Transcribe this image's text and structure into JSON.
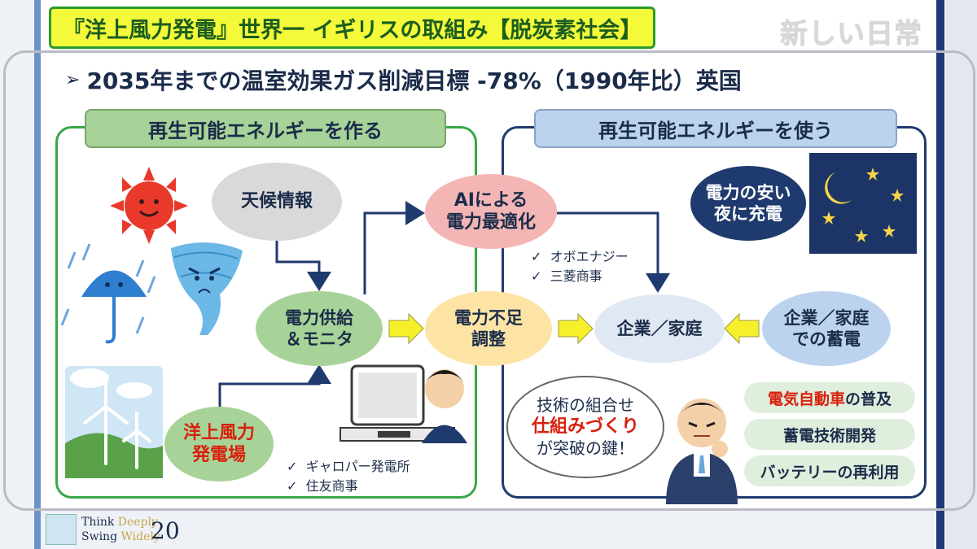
{
  "title": "『洋上風力発電』世界一 イギリスの取組み【脱炭素社会】",
  "tag": "新しい日常",
  "subtitle": "2035年までの温室効果ガス削減目標 -78%（1990年比）英国",
  "left_panel": {
    "title": "再生可能エネルギーを作る"
  },
  "right_panel": {
    "title": "再生可能エネルギーを使う"
  },
  "nodes": {
    "weather": "天候情報",
    "ai": "AIによる\n電力最適化",
    "supply": "電力供給\n＆モニタ",
    "shortage": "電力不足\n調整",
    "home": "企業／家庭",
    "storage": "企業／家庭\nでの蓄電",
    "night": "電力の安い\n夜に充電",
    "offshore": "洋上風力\n発電場"
  },
  "key_message": {
    "line1": "技術の組合せ",
    "line2": "仕組みづくり",
    "line3": "が突破の鍵！"
  },
  "ai_companies": [
    "オボエナジー",
    "三菱商事"
  ],
  "offshore_companies": [
    "ギャロパー発電所",
    "住友商事"
  ],
  "pills": [
    {
      "red": "電気自動車",
      "rest": "の普及"
    },
    {
      "red": "",
      "rest": "蓄電技術開発"
    },
    {
      "red": "",
      "rest": "バッテリーの再利用"
    }
  ],
  "logo": {
    "line1a": "Think ",
    "line1b": "Deeply",
    "line2a": "Swing ",
    "line2b": "Widely",
    "number": "20"
  },
  "check_mark": "✓",
  "colors": {
    "accent_green": "#3aa64a",
    "accent_navy": "#1f3a6e",
    "highlight_red": "#d8200d",
    "title_yellow": "#f4f93a"
  }
}
